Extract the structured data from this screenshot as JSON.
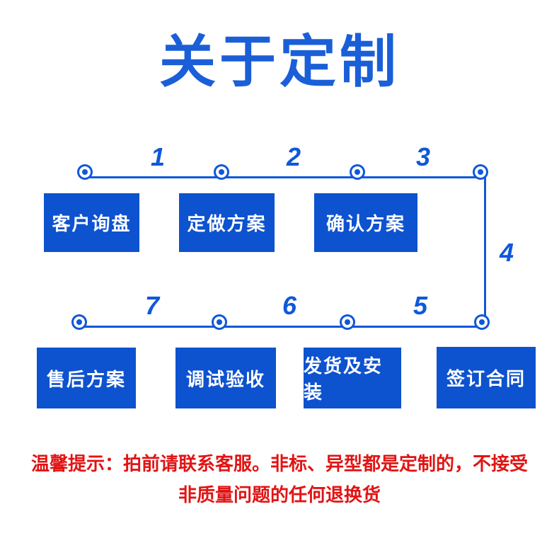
{
  "page": {
    "title": "关于定制"
  },
  "colors": {
    "title_blue": "#1a5fd8",
    "line_blue": "#0f58d8",
    "box_blue": "#0d52cf",
    "tip_red": "#e11414"
  },
  "flow": {
    "top_row": [
      "客户询盘",
      "定做方案",
      "确认方案"
    ],
    "bottom_row": [
      "售后方案",
      "调试验收",
      "发货及安装",
      "签订合同"
    ],
    "numbers": [
      "1",
      "2",
      "3",
      "4",
      "5",
      "6",
      "7"
    ]
  },
  "tip": {
    "line1": "温馨提示：拍前请联系客服。非标、异型都是定制的，不接受",
    "line2": "非质量问题的任何退换货"
  }
}
